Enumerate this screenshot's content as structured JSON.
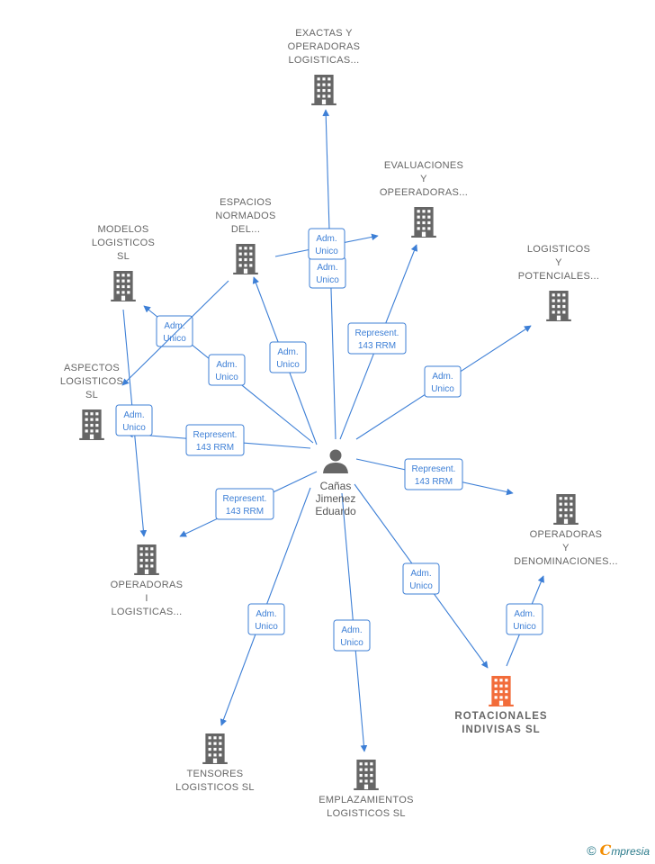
{
  "colors": {
    "edge": "#3d7fd6",
    "building": "#666666",
    "highlight": "#f26c3a",
    "person": "#666666"
  },
  "person": {
    "lines": [
      "Cañas",
      "Jimenez",
      "Eduardo"
    ],
    "icon": "person-icon"
  },
  "companies": [
    {
      "id": "exactas",
      "lines": [
        "EXACTAS Y",
        "OPERADORAS",
        "LOGISTICAS..."
      ],
      "highlight": false
    },
    {
      "id": "evaluaciones",
      "lines": [
        "EVALUACIONES",
        "Y",
        "OPEERADORAS..."
      ],
      "highlight": false
    },
    {
      "id": "espacios",
      "lines": [
        "ESPACIOS",
        "NORMADOS",
        "DEL..."
      ],
      "highlight": false
    },
    {
      "id": "modelos",
      "lines": [
        "MODELOS",
        "LOGISTICOS",
        "SL"
      ],
      "highlight": false
    },
    {
      "id": "logisticos-potenciales",
      "lines": [
        "LOGISTICOS",
        "Y",
        "POTENCIALES..."
      ],
      "highlight": false
    },
    {
      "id": "aspectos",
      "lines": [
        "ASPECTOS",
        "LOGISTICOS",
        "SL"
      ],
      "highlight": false
    },
    {
      "id": "operadoras-denominaciones",
      "lines": [
        "OPERADORAS",
        "Y",
        "DENOMINACIONES..."
      ],
      "highlight": false
    },
    {
      "id": "operadoras-i",
      "lines": [
        "OPERADORAS",
        "I",
        "LOGISTICAS..."
      ],
      "highlight": false
    },
    {
      "id": "rotacionales",
      "lines": [
        "ROTACIONALES",
        "INDIVISAS SL"
      ],
      "highlight": true
    },
    {
      "id": "tensores",
      "lines": [
        "TENSORES",
        "LOGISTICOS SL"
      ],
      "highlight": false
    },
    {
      "id": "emplazamientos",
      "lines": [
        "EMPLAZAMIENTOS",
        "LOGISTICOS SL"
      ],
      "highlight": false
    }
  ],
  "edges": [
    {
      "from": "person",
      "to": "exactas",
      "label": [
        "Adm.",
        "Unico"
      ]
    },
    {
      "from": "person",
      "to": "evaluaciones",
      "label": [
        "Represent.",
        "143 RRM"
      ]
    },
    {
      "from": "espacios",
      "to": "evaluaciones",
      "label": [
        "Adm.",
        "Unico"
      ]
    },
    {
      "from": "person",
      "to": "espacios",
      "label": [
        "Adm.",
        "Unico"
      ]
    },
    {
      "from": "person",
      "to": "modelos",
      "label": [
        "Adm.",
        "Unico"
      ]
    },
    {
      "from": "espacios",
      "to": "aspectos",
      "label": [
        "Adm.",
        "Unico"
      ]
    },
    {
      "from": "person",
      "to": "logisticos-potenciales",
      "label": [
        "Adm.",
        "Unico"
      ]
    },
    {
      "from": "person",
      "to": "aspectos",
      "label": [
        "Represent.",
        "143 RRM"
      ]
    },
    {
      "from": "modelos",
      "to": "operadoras-i",
      "label": [
        "Adm.",
        "Unico"
      ]
    },
    {
      "from": "person",
      "to": "operadoras-denominaciones",
      "label": [
        "Represent.",
        "143 RRM"
      ]
    },
    {
      "from": "person",
      "to": "operadoras-i",
      "label": [
        "Represent.",
        "143 RRM"
      ]
    },
    {
      "from": "person",
      "to": "rotacionales",
      "label": [
        "Adm.",
        "Unico"
      ]
    },
    {
      "from": "rotacionales",
      "to": "operadoras-denominaciones",
      "label": [
        "Adm.",
        "Unico"
      ]
    },
    {
      "from": "person",
      "to": "tensores",
      "label": [
        "Adm.",
        "Unico"
      ]
    },
    {
      "from": "person",
      "to": "emplazamientos",
      "label": [
        "Adm.",
        "Unico"
      ]
    }
  ],
  "footer": {
    "copyright": "©",
    "brand_first": "C",
    "brand_rest": "mpresia"
  }
}
